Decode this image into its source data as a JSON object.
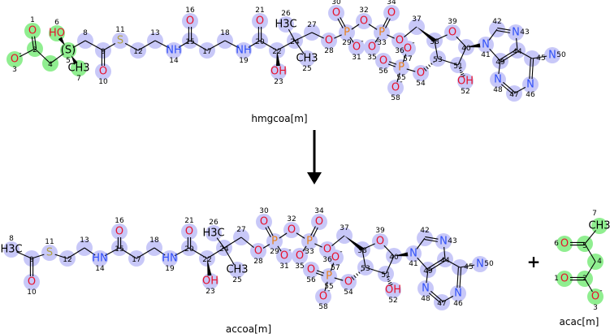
{
  "reaction": {
    "arrow": "reaction-arrow",
    "plus": "+",
    "colors": {
      "highlight_green": "#90ee90",
      "highlight_blue": "#c8c8f8",
      "O": "#e8102a",
      "N": "#3050f8",
      "S": "#b0a040",
      "P": "#e87f1a",
      "C": "#000000"
    }
  },
  "molecules": [
    {
      "name": "hmgcoa[m]",
      "atoms": [
        {
          "n": 1,
          "label": "O",
          "hl": "green"
        },
        {
          "n": 2,
          "label": "",
          "hl": "green"
        },
        {
          "n": 3,
          "label": "O",
          "charge": "-",
          "hl": "green"
        },
        {
          "n": 4,
          "label": "",
          "hl": "green"
        },
        {
          "n": 5,
          "label": "(S)",
          "hl": "green"
        },
        {
          "n": 6,
          "label": "HO",
          "hl": "green"
        },
        {
          "n": 7,
          "label": "CH3",
          "hl": "green"
        },
        {
          "n": 8,
          "label": "",
          "hl": "blue"
        },
        {
          "n": 9,
          "label": "",
          "hl": "blue"
        },
        {
          "n": 10,
          "label": "O",
          "hl": "blue"
        },
        {
          "n": 11,
          "label": "S",
          "hl": "blue"
        },
        {
          "n": 12,
          "label": "",
          "hl": "blue"
        },
        {
          "n": 13,
          "label": "",
          "hl": "blue"
        },
        {
          "n": 14,
          "label": "NH",
          "hl": "blue"
        },
        {
          "n": 15,
          "label": "",
          "hl": "blue"
        },
        {
          "n": 16,
          "label": "O",
          "hl": "blue"
        },
        {
          "n": 17,
          "label": "",
          "hl": "blue"
        },
        {
          "n": 18,
          "label": "",
          "hl": "blue"
        },
        {
          "n": 19,
          "label": "NH",
          "hl": "blue"
        },
        {
          "n": 20,
          "label": "",
          "hl": "blue"
        },
        {
          "n": 21,
          "label": "O",
          "hl": "blue"
        },
        {
          "n": 22,
          "label": "",
          "hl": "blue"
        },
        {
          "n": 23,
          "label": "OH",
          "hl": "blue"
        },
        {
          "n": 24,
          "label": "",
          "hl": "blue"
        },
        {
          "n": 25,
          "label": "CH3",
          "hl": "blue"
        },
        {
          "n": 26,
          "label": "H3C",
          "hl": "blue"
        },
        {
          "n": 27,
          "label": "",
          "hl": "blue"
        },
        {
          "n": 28,
          "label": "O",
          "hl": "blue"
        },
        {
          "n": 29,
          "label": "P",
          "hl": "blue"
        },
        {
          "n": 30,
          "label": "O",
          "hl": "blue"
        },
        {
          "n": 31,
          "label": "O",
          "charge": "-",
          "hl": "blue"
        },
        {
          "n": 32,
          "label": "O",
          "hl": "blue"
        },
        {
          "n": 33,
          "label": "P",
          "hl": "blue"
        },
        {
          "n": 34,
          "label": "O",
          "hl": "blue"
        },
        {
          "n": 35,
          "label": "O",
          "charge": "-",
          "hl": "blue"
        },
        {
          "n": 36,
          "label": "O",
          "hl": "blue"
        },
        {
          "n": 37,
          "label": "",
          "hl": "blue"
        },
        {
          "n": 38,
          "label": "",
          "hl": "blue"
        },
        {
          "n": 39,
          "label": "O",
          "hl": "blue"
        },
        {
          "n": 40,
          "label": "",
          "hl": "blue"
        },
        {
          "n": 41,
          "label": "N",
          "hl": "blue"
        },
        {
          "n": 42,
          "label": "",
          "hl": "blue"
        },
        {
          "n": 43,
          "label": "N",
          "hl": "blue"
        },
        {
          "n": 44,
          "label": "",
          "hl": "blue"
        },
        {
          "n": 45,
          "label": "",
          "hl": "blue"
        },
        {
          "n": 46,
          "label": "N",
          "hl": "blue"
        },
        {
          "n": 47,
          "label": "",
          "hl": "blue"
        },
        {
          "n": 48,
          "label": "N",
          "hl": "blue"
        },
        {
          "n": 49,
          "label": "",
          "hl": "blue"
        },
        {
          "n": 50,
          "label": "N",
          "hl": "blue"
        },
        {
          "n": 51,
          "label": "",
          "hl": "blue"
        },
        {
          "n": 52,
          "label": "OH",
          "hl": "blue"
        },
        {
          "n": 53,
          "label": "",
          "hl": "blue"
        },
        {
          "n": 54,
          "label": "O",
          "hl": "blue"
        },
        {
          "n": 55,
          "label": "P",
          "hl": "blue"
        },
        {
          "n": 56,
          "label": "O",
          "hl": "blue"
        },
        {
          "n": 57,
          "label": "O",
          "charge": "-",
          "hl": "blue"
        },
        {
          "n": 58,
          "label": "O",
          "charge": "-",
          "hl": "blue"
        }
      ]
    },
    {
      "name": "accoa[m]",
      "atoms": [
        {
          "n": 8,
          "label": "H3C",
          "hl": "blue"
        },
        {
          "n": 9,
          "label": "",
          "hl": "blue"
        },
        {
          "n": 10,
          "label": "O",
          "hl": "blue"
        },
        {
          "n": 11,
          "label": "S",
          "hl": "blue"
        },
        {
          "n": 12,
          "label": "",
          "hl": "blue"
        },
        {
          "n": 13,
          "label": "",
          "hl": "blue"
        },
        {
          "n": 14,
          "label": "HN",
          "hl": "blue"
        },
        {
          "n": 15,
          "label": "",
          "hl": "blue"
        },
        {
          "n": 16,
          "label": "O",
          "hl": "blue"
        },
        {
          "n": 17,
          "label": "",
          "hl": "blue"
        },
        {
          "n": 18,
          "label": "",
          "hl": "blue"
        },
        {
          "n": 19,
          "label": "HN",
          "hl": "blue"
        },
        {
          "n": 20,
          "label": "",
          "hl": "blue"
        },
        {
          "n": 21,
          "label": "O",
          "hl": "blue"
        },
        {
          "n": 22,
          "label": "",
          "hl": "blue"
        },
        {
          "n": 23,
          "label": "OH",
          "hl": "blue"
        },
        {
          "n": 24,
          "label": "",
          "hl": "blue"
        },
        {
          "n": 25,
          "label": "CH3",
          "hl": "blue"
        },
        {
          "n": 26,
          "label": "H3C",
          "hl": "blue"
        },
        {
          "n": 27,
          "label": "",
          "hl": "blue"
        },
        {
          "n": 28,
          "label": "O",
          "hl": "blue"
        },
        {
          "n": 29,
          "label": "P",
          "hl": "blue"
        },
        {
          "n": 30,
          "label": "O",
          "hl": "blue"
        },
        {
          "n": 31,
          "label": "O",
          "charge": "-",
          "hl": "blue"
        },
        {
          "n": 32,
          "label": "O",
          "hl": "blue"
        },
        {
          "n": 33,
          "label": "P",
          "hl": "blue"
        },
        {
          "n": 34,
          "label": "O",
          "hl": "blue"
        },
        {
          "n": 35,
          "label": "O",
          "charge": "-",
          "hl": "blue"
        },
        {
          "n": 36,
          "label": "O",
          "hl": "blue"
        },
        {
          "n": 37,
          "label": "",
          "hl": "blue"
        },
        {
          "n": 38,
          "label": "",
          "hl": "blue"
        },
        {
          "n": 39,
          "label": "O",
          "hl": "blue"
        },
        {
          "n": 40,
          "label": "",
          "hl": "blue"
        },
        {
          "n": 41,
          "label": "N",
          "hl": "blue"
        },
        {
          "n": 42,
          "label": "",
          "hl": "blue"
        },
        {
          "n": 43,
          "label": "N",
          "hl": "blue"
        },
        {
          "n": 44,
          "label": "",
          "hl": "blue"
        },
        {
          "n": 45,
          "label": "",
          "hl": "blue"
        },
        {
          "n": 46,
          "label": "N",
          "hl": "blue"
        },
        {
          "n": 47,
          "label": "",
          "hl": "blue"
        },
        {
          "n": 48,
          "label": "N",
          "hl": "blue"
        },
        {
          "n": 49,
          "label": "",
          "hl": "blue"
        },
        {
          "n": 50,
          "label": "N",
          "hl": "blue"
        },
        {
          "n": 51,
          "label": "",
          "hl": "blue"
        },
        {
          "n": 52,
          "label": "OH",
          "hl": "blue"
        },
        {
          "n": 53,
          "label": "",
          "hl": "blue"
        },
        {
          "n": 54,
          "label": "O",
          "hl": "blue"
        },
        {
          "n": 55,
          "label": "P",
          "hl": "blue"
        },
        {
          "n": 56,
          "label": "O",
          "hl": "blue"
        },
        {
          "n": 57,
          "label": "O",
          "charge": "-",
          "hl": "blue"
        },
        {
          "n": 58,
          "label": "O",
          "charge": "-",
          "hl": "blue"
        }
      ]
    },
    {
      "name": "acac[m]",
      "atoms": [
        {
          "n": 1,
          "label": "O",
          "hl": "green"
        },
        {
          "n": 2,
          "label": "",
          "hl": "green"
        },
        {
          "n": 3,
          "label": "O",
          "charge": "-",
          "hl": "green"
        },
        {
          "n": 4,
          "label": "",
          "hl": "green"
        },
        {
          "n": 5,
          "label": "",
          "hl": "green"
        },
        {
          "n": 6,
          "label": "O",
          "hl": "green"
        },
        {
          "n": 7,
          "label": "CH3",
          "hl": "green"
        }
      ]
    }
  ]
}
